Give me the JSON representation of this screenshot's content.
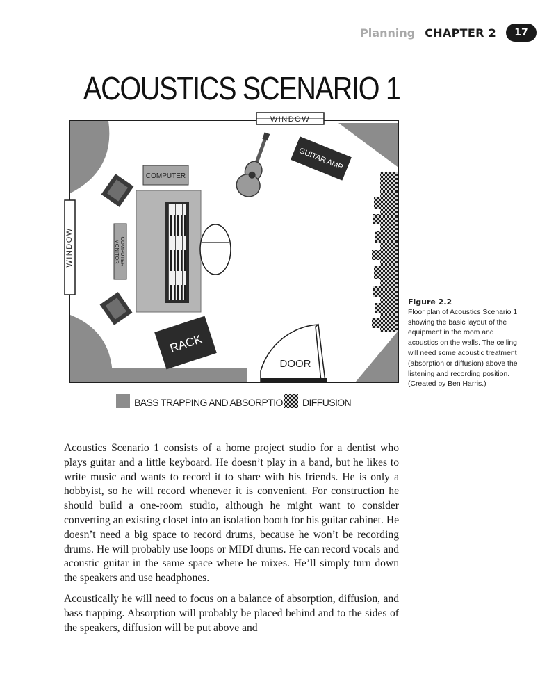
{
  "header": {
    "section": "Planning",
    "chapter": "CHAPTER 2",
    "page_number": "17"
  },
  "figure": {
    "title": "ACOUSTICS SCENARIO 1",
    "labels": {
      "window_top": "WINDOW",
      "window_left": "WINDOW",
      "guitar_amp": "GUITAR AMP",
      "computer": "COMPUTER",
      "computer_monitor_line1": "COMPUTER",
      "computer_monitor_line2": "MONITOR",
      "rack": "RACK",
      "door": "DOOR"
    },
    "legend": {
      "absorption": "BASS TRAPPING AND ABSORPTION",
      "diffusion": "DIFFUSION"
    },
    "colors": {
      "absorption": "#8c8c8c",
      "desk": "#b5b5b5",
      "equipment": "#2b2b2b"
    }
  },
  "caption": {
    "number": "Figure 2.2",
    "text": "Floor plan of Acoustics Scenario 1 showing the basic layout of the equipment in the room and acoustics on the walls. The ceiling will need some acoustic treatment (absorption or diffusion) above the listening and recording position. (Created by Ben Harris.)"
  },
  "body": {
    "paragraphs": [
      "Acoustics Scenario 1 consists of a home project studio for a dentist who plays guitar and a little keyboard. He doesn’t play in a band, but he likes to write music and wants to record it to share with his friends. He is only a hobbyist, so he will record whenever it is convenient. For construction he should build a one-room studio, although he might want to consider converting an existing closet into an isolation booth for his guitar cabinet. He doesn’t need a big space to record drums, because he won’t be recording drums. He will probably use loops or MIDI drums. He can record vocals and acoustic guitar in the same space where he mixes. He’ll simply turn down the speakers and use headphones.",
      "Acoustically he will need to focus on a balance of absorption, diffusion, and bass trapping. Absorption will probably be placed behind and to the sides of the speakers, diffusion will be put above and"
    ]
  }
}
